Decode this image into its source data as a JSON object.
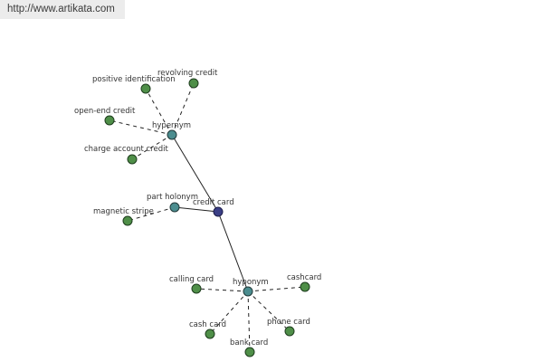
{
  "header": {
    "url_text": "http://www.artikata.com"
  },
  "colors": {
    "leaf_fill": "#4f8f48",
    "relation_fill": "#4b8d8f",
    "center_fill": "#3b3f86",
    "edge": "#222222",
    "banner_bg": "#ececec"
  },
  "graph": {
    "center": {
      "label": "credit card"
    },
    "relations": {
      "hypernym": {
        "label": "hypernym"
      },
      "part_holonym": {
        "label": "part holonym"
      },
      "hyponym": {
        "label": "hyponym"
      }
    },
    "leaves": {
      "revolving_credit": {
        "label": "revolving credit"
      },
      "positive_identification": {
        "label": "positive identification"
      },
      "open_end_credit": {
        "label": "open-end credit"
      },
      "charge_account_credit": {
        "label": "charge account credit"
      },
      "magnetic_stripe": {
        "label": "magnetic stripe"
      },
      "calling_card": {
        "label": "calling card"
      },
      "cashcard": {
        "label": "cashcard"
      },
      "cash_card": {
        "label": "cash card"
      },
      "bank_card": {
        "label": "bank card"
      },
      "phone_card": {
        "label": "phone card"
      }
    }
  }
}
